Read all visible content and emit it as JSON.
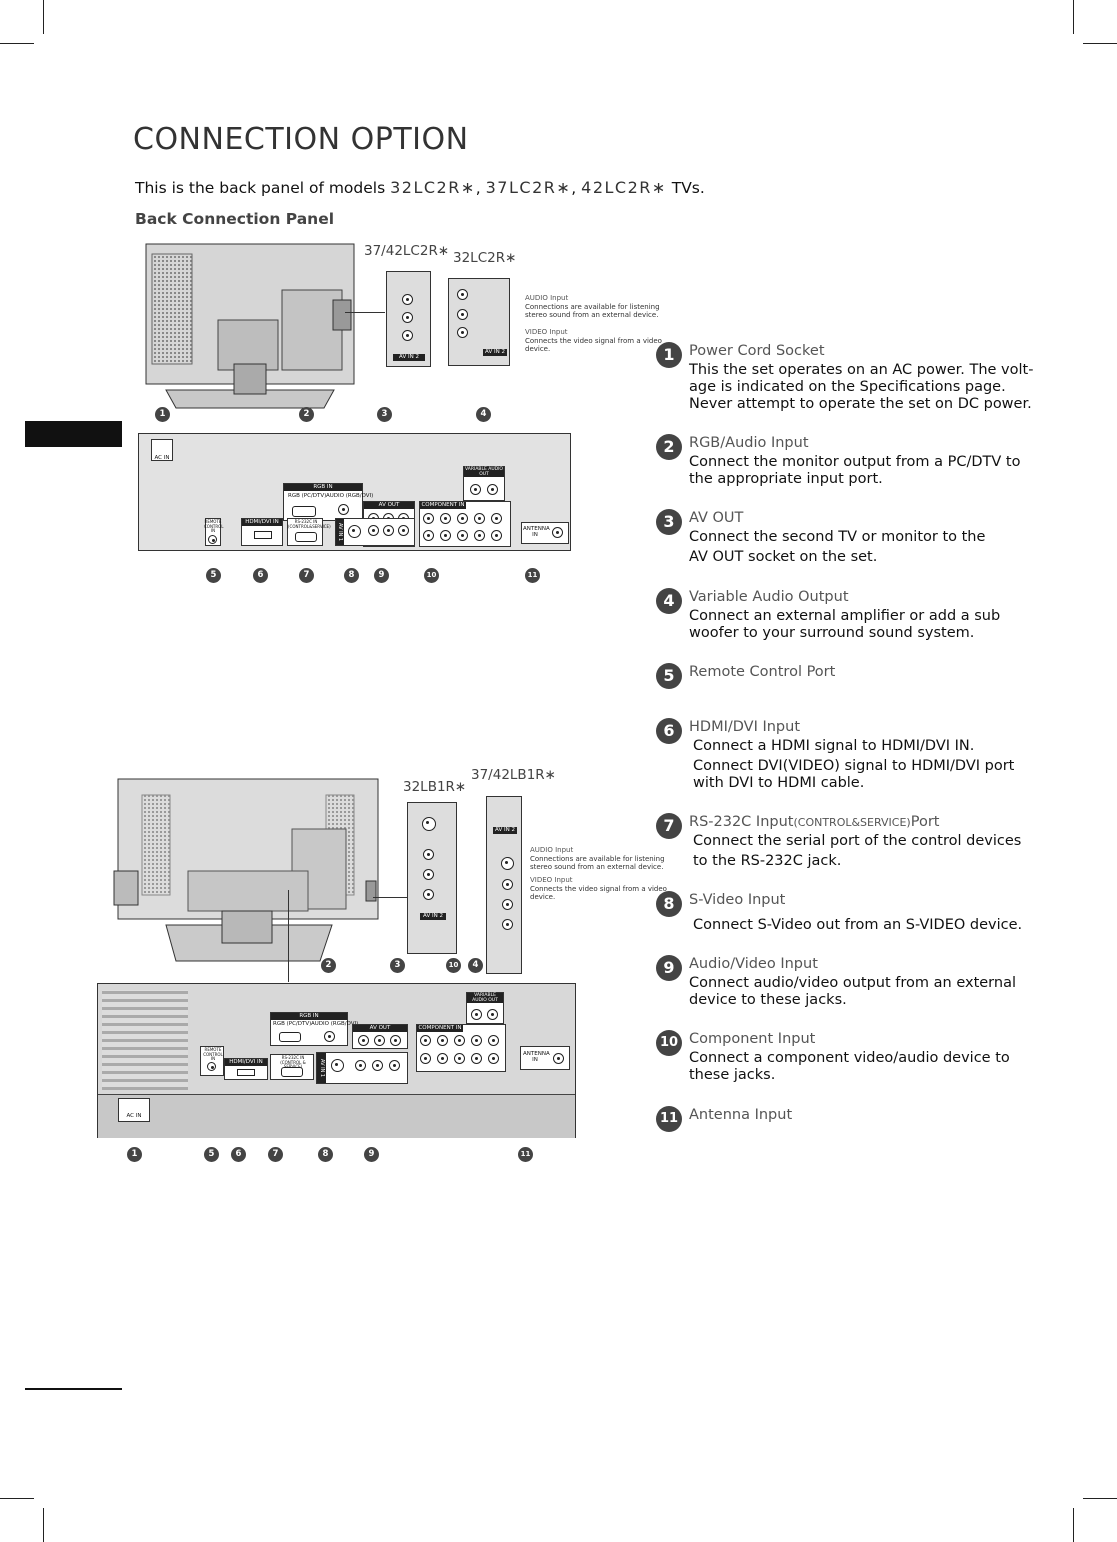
{
  "page": {
    "title": "CONNECTION OPTION",
    "intro_prefix": "This is the back panel of models ",
    "model1": "32LC2R∗",
    "model2": "37LC2R∗",
    "model3": "42LC2R∗",
    "sep": ", ",
    "intro_suffix": " TVs.",
    "section": "Back Connection Panel"
  },
  "diagram_top": {
    "label_left": "37/42LC2R∗",
    "label_right": "32LC2R∗",
    "audio_title": "AUDIO Input",
    "audio_desc1": "Connections are available for listening",
    "audio_desc2": "stereo sound from an external device.",
    "video_title": "VIDEO Input",
    "video_desc1": "Connects the video signal from a video",
    "video_desc2": "device.",
    "av_in2": "AV IN 2",
    "panel_ac": "AC IN",
    "panel_rgb_in": "RGB IN",
    "panel_rgb": "RGB (PC/DTV)",
    "panel_audio": "AUDIO (RGB/DVI)",
    "panel_av_out": "AV OUT",
    "panel_component": "COMPONENT IN",
    "panel_variable": "VARIABLE AUDIO OUT",
    "panel_remote": "REMOTE CONTROL IN",
    "panel_hdmi": "HDMI/DVI IN",
    "panel_rs232": "RS-232C IN (CONTROL&SERVICE)",
    "panel_av_in1": "AV IN 1",
    "panel_antenna": "ANTENNA IN",
    "callouts_top": [
      "1",
      "2",
      "3",
      "4"
    ],
    "callouts_bottom": [
      "5",
      "6",
      "7",
      "8",
      "9",
      "10",
      "11"
    ]
  },
  "diagram_bottom": {
    "label_left": "32LB1R∗",
    "label_right": "37/42LB1R∗",
    "audio_title": "AUDIO Input",
    "audio_desc1": "Connections are available for listening",
    "audio_desc2": "stereo sound from an external device.",
    "video_title": "VIDEO Input",
    "video_desc1": "Connects the video signal from a video",
    "video_desc2": "device.",
    "av_in2": "AV IN 2",
    "panel_ac": "AC IN",
    "panel_rgb_in": "RGB IN",
    "panel_rgb": "RGB (PC/DTV)",
    "panel_audio": "AUDIO (RGB/DVI)",
    "panel_av_out": "AV OUT",
    "panel_component": "COMPONENT IN",
    "panel_variable": "VARIABLE AUDIO OUT",
    "panel_remote": "REMOTE CONTROL IN",
    "panel_hdmi": "HDMI/DVI IN",
    "panel_rs232": "RS-232C IN (CONTROL & SERVICE)",
    "panel_av_in1": "AV IN 1",
    "panel_antenna": "ANTENNA IN",
    "callouts_top": [
      "2",
      "3",
      "10",
      "4"
    ],
    "callouts_bottom": [
      "1",
      "5",
      "6",
      "7",
      "8",
      "9",
      "11"
    ]
  },
  "items": [
    {
      "n": "1",
      "head": "Power Cord Socket",
      "body": [
        "This the set operates on an AC power. The volt-",
        "age is indicated on the Specifications page.",
        "Never attempt to operate the set on DC power."
      ]
    },
    {
      "n": "2",
      "head": "RGB/Audio Input",
      "body": [
        "Connect the monitor output from a PC/DTV to",
        "the appropriate input port."
      ]
    },
    {
      "n": "3",
      "head": "AV OUT",
      "body": [
        "Connect the second TV or monitor to the",
        "AV OUT socket on the set."
      ]
    },
    {
      "n": "4",
      "head": "Variable Audio Output",
      "body": [
        "Connect an external amplifier or add a sub",
        "woofer to your surround sound system."
      ]
    },
    {
      "n": "5",
      "head": "Remote Control Port",
      "body": []
    },
    {
      "n": "6",
      "head": "HDMI/DVI Input",
      "body": [
        "Connect a HDMI signal to HDMI/DVI IN.",
        "Connect DVI(VIDEO) signal to HDMI/DVI port",
        "with DVI to HDMI cable."
      ]
    },
    {
      "n": "7",
      "head_pre": "RS-232C Input",
      "head_small": "(CONTROL&SERVICE)",
      "head_post": "Port",
      "body": [
        "Connect the serial port of the control devices",
        "to the RS-232C jack."
      ]
    },
    {
      "n": "8",
      "head": "S-Video Input",
      "body": [
        "Connect S-Video out from an S-VIDEO device."
      ]
    },
    {
      "n": "9",
      "head": "Audio/Video Input",
      "body": [
        "Connect audio/video output from an external",
        "device to these jacks."
      ]
    },
    {
      "n": "10",
      "head": "Component Input",
      "body": [
        "Connect a component video/audio device to",
        "these jacks."
      ]
    },
    {
      "n": "11",
      "head": "Antenna Input",
      "body": []
    }
  ]
}
